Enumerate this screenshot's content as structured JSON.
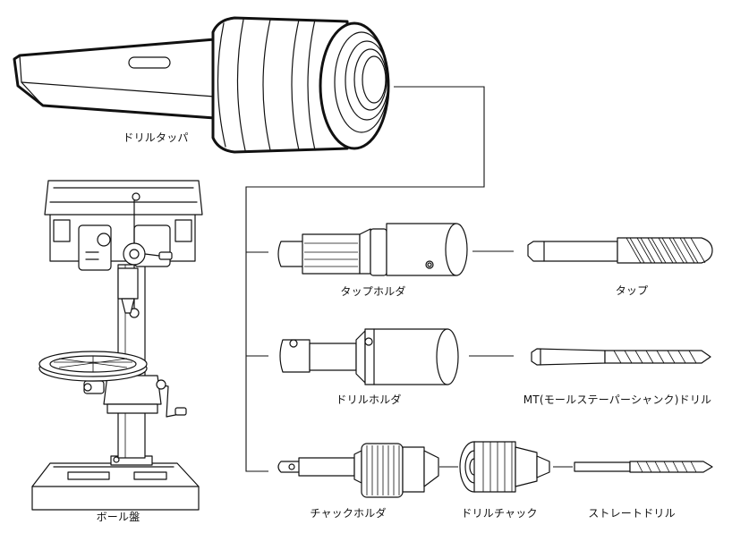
{
  "labels": {
    "drill_tapper": "ドリルタッパ",
    "ball_board": "ボール盤",
    "tap_holder": "タップホルダ",
    "tap": "タップ",
    "drill_holder": "ドリルホルダ",
    "mt_drill": "MT(モールステーパーシャンク)ドリル",
    "chuck_holder": "チャックホルダ",
    "drill_chuck": "ドリルチャック",
    "straight_drill": "ストレートドリル"
  }
}
